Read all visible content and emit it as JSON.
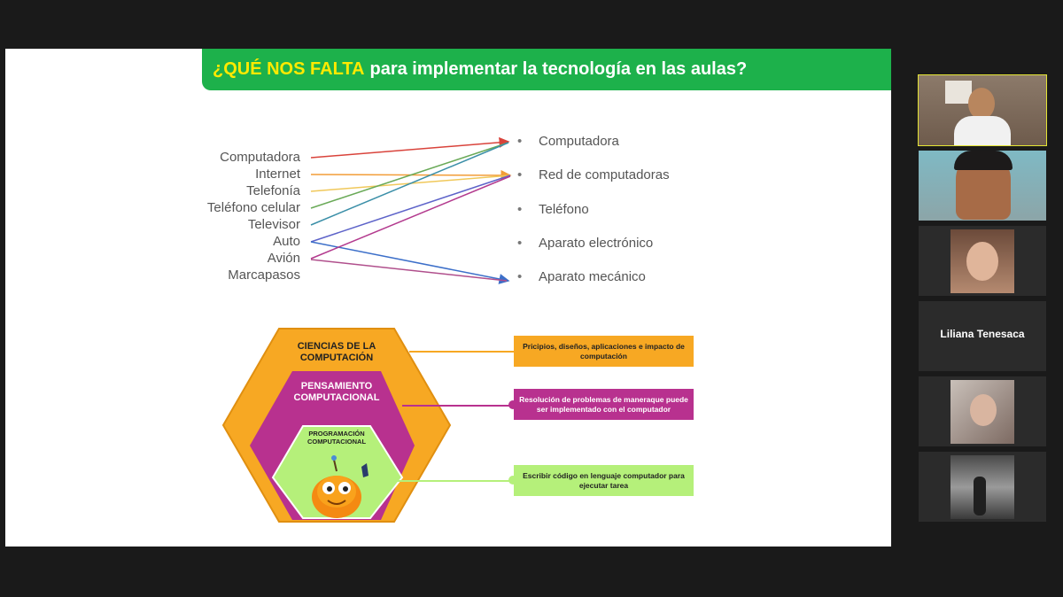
{
  "slide": {
    "title_highlight": "¿QUÉ NOS FALTA",
    "title_rest": "para implementar la tecnología en las aulas?",
    "left_items": [
      "Computadora",
      "Internet",
      "Telefonía",
      "Teléfono celular",
      "Televisor",
      "Auto",
      "Avión",
      "Marcapasos"
    ],
    "right_items": [
      "Computadora",
      "Red de computadoras",
      "Teléfono",
      "Aparato electrónico",
      "Aparato mecánico"
    ],
    "bullet": "•",
    "hexagon": {
      "outer": "CIENCIAS DE LA COMPUTACIÓN",
      "middle": "PENSAMIENTO COMPUTACIONAL",
      "inner": "PROGRAMACIÓN COMPUTACIONAL"
    },
    "boxes": {
      "outer": "Pricipios, diseños, aplicaciones e impacto de computación",
      "middle": "Resolución de problemas de maneraque puede ser implementado con el computador",
      "inner": "Escribir código en lenguaje computador para ejecutar tarea"
    },
    "colors": {
      "title_bg": "#1db14b",
      "title_highlight": "#ffea00",
      "orange": "#f7a823",
      "magenta": "#b8318f",
      "light_green": "#b5f07a"
    }
  },
  "participants": {
    "name_only": "Liliana Tenesaca"
  }
}
